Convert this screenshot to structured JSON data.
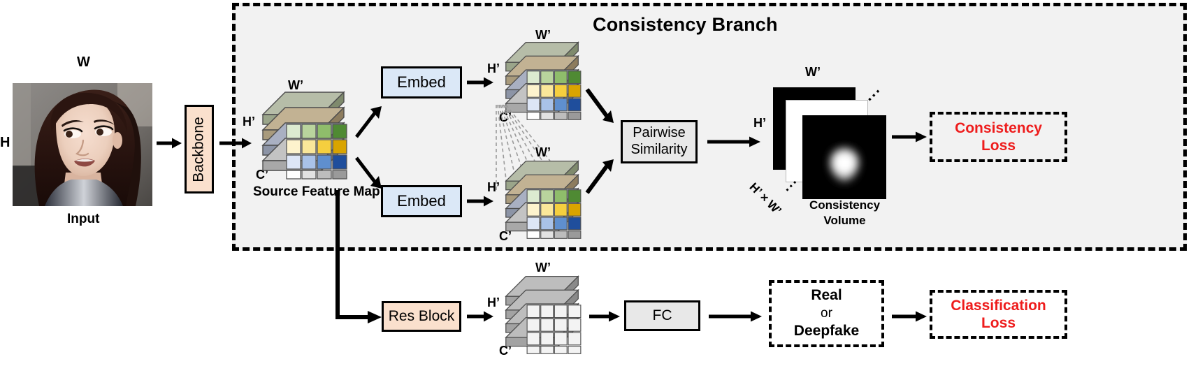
{
  "diagram": {
    "title": "Consistency Branch",
    "input": {
      "top_label": "W",
      "side_label": "H",
      "caption": "Input"
    },
    "backbone": {
      "label": "Backbone"
    },
    "source_feature_map": {
      "caption": "Source Feature Map",
      "width_label": "W’",
      "height_label": "H’",
      "channel_label": "C’"
    },
    "embed_top": {
      "label": "Embed"
    },
    "embed_bottom": {
      "label": "Embed"
    },
    "embedded_top": {
      "width_label": "W’",
      "height_label": "H’",
      "channel_label": "C’"
    },
    "embedded_bottom": {
      "width_label": "W’",
      "height_label": "H’",
      "channel_label": "C’"
    },
    "pairwise": {
      "line1": "Pairwise",
      "line2": "Similarity"
    },
    "consistency_volume": {
      "width_label": "W’",
      "height_label": "H’",
      "depth_label": "H’ × W’",
      "ellipsis": "∙∙∙",
      "ellipsis_stack": "∙∙∙",
      "caption_line1": "Consistency",
      "caption_line2": "Volume"
    },
    "consistency_loss": {
      "line1": "Consistency",
      "line2": "Loss"
    },
    "res_block": {
      "label": "Res Block"
    },
    "class_feature_map": {
      "width_label": "W’",
      "height_label": "H’",
      "channel_label": "C’"
    },
    "fc": {
      "label": "FC"
    },
    "prediction": {
      "line1": "Real",
      "line2": "or",
      "line3": "Deepfake"
    },
    "classification_loss": {
      "line1": "Classification",
      "line2": "Loss"
    },
    "colors": {
      "region_fill": "#f2f2f2",
      "backbone_fill": "#fae0cd",
      "embed_fill": "#dbe8f7",
      "neutral_fill": "#e8e8e8",
      "loss_text": "#ee1c1c",
      "stroke": "#000000"
    }
  }
}
